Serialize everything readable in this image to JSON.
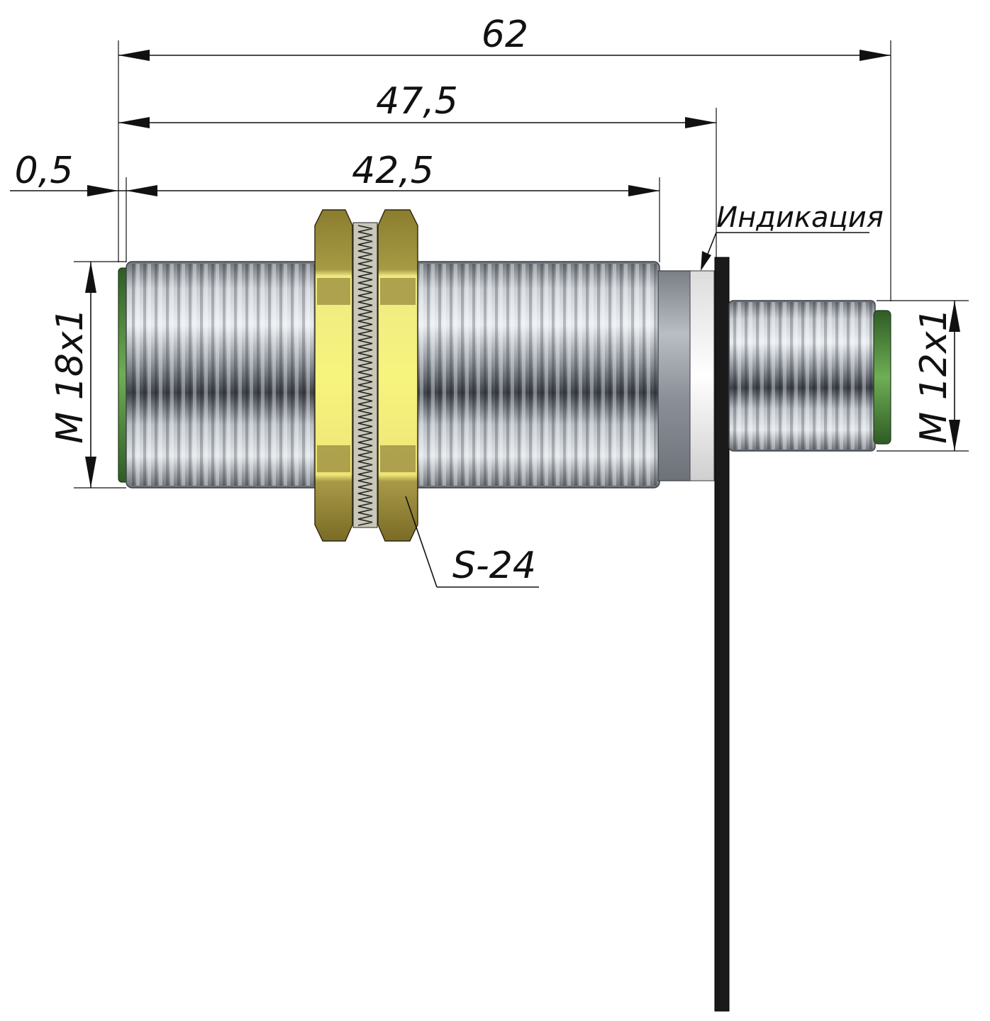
{
  "dimensions": {
    "overall_length": "62",
    "body_length": "47,5",
    "thread_length": "42,5",
    "chamfer": "0,5",
    "main_thread": "M 18x1",
    "connector_thread": "M 12x1",
    "nut_size": "S-24"
  },
  "labels": {
    "indication": "Индикация"
  },
  "colors": {
    "thread_steel": "#9aa2ad",
    "nut_brass": "#c9b84a",
    "nut_face_bright": "#f4ef7a",
    "face_green": "#4f8a3c",
    "panel": "#1a1a1a"
  }
}
